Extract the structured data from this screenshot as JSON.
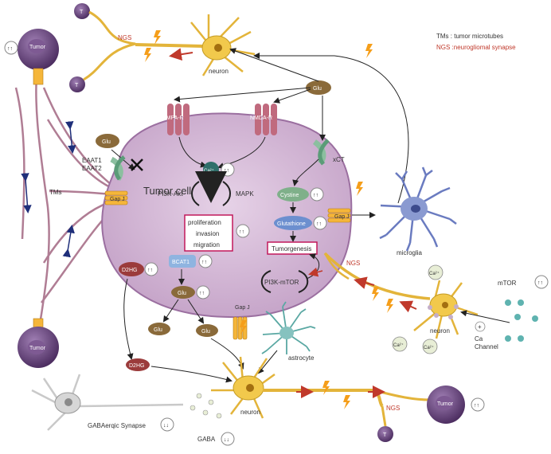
{
  "legend": {
    "tms": "TMs : tumor microtubes",
    "ngs": "NGS :neurogliomal synapse"
  },
  "labels": {
    "tumor_cell": "Tumor cell",
    "tumor": "Tumor",
    "t": "T",
    "neuron": "neuron",
    "ngs": "NGS",
    "tms": "TMs",
    "eaat1": "EAAT1",
    "eaat2": "EAAT2",
    "glu": "Glu",
    "ampa": "AMPA-R",
    "nmda": "NMDA-R",
    "xct": "xCT",
    "ca": "Ca²⁺",
    "pi3k_akt": "PI3K-Akt",
    "mapk": "MAPK",
    "gap_j": "Gap J",
    "cystine": "Cystine",
    "glutathione": "Glutathione",
    "tumorigenesis": "Tumorgenesis",
    "pi3k_mtor": "PI3K-mTOR",
    "bcat1": "BCAT1",
    "d2hg": "D2HG",
    "prolif": "proliferation",
    "invasion": "invasion",
    "migration": "migration",
    "microglia": "microglia",
    "astrocyte": "astrocyte",
    "mtor": "mTOR",
    "ca_channel_1": "Ca",
    "ca_channel_2": "Channel",
    "gaba_synapse": "GABAerqic Synapse",
    "gaba": "GABA",
    "up": "↑↑",
    "down": "↓↓",
    "plus": "+"
  },
  "colors": {
    "tumor_cell": "#cdb1cf",
    "tumor_body": "#6b4a7e",
    "neuron": "#f2c94c",
    "microtube": "#b07d94",
    "gap": "#f5b63a",
    "microglia": "#8a9ad1",
    "astrocyte": "#86c2bf",
    "glu": "#8a6a3a",
    "receptor": "#c06a7e",
    "bolt": "#f59e1a",
    "ngs_red": "#c0392b",
    "highlight_box": "#c2185b"
  }
}
